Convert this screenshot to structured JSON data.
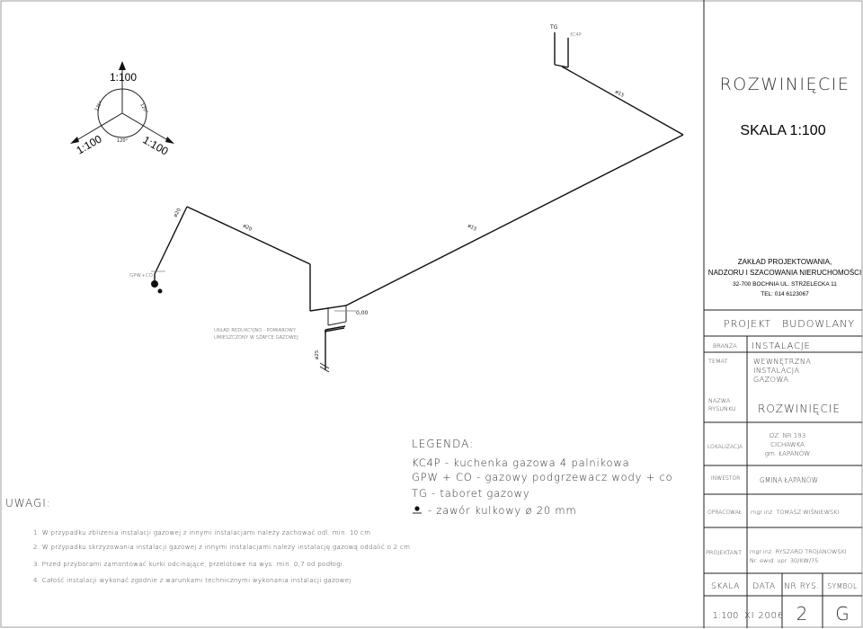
{
  "iso": {
    "top_label": "1:100",
    "left_label": "1:100",
    "right_label": "1:100",
    "angle_left": "120°",
    "angle_right": "120°",
    "angle_bottom": "120°"
  },
  "pipes": {
    "tg": "TG",
    "kc4p": "KC4P",
    "d15_top": "ø15",
    "d20_a": "ø20",
    "d20_b": "ø20",
    "d15_mid": "ø15",
    "gpw_co": "GPW+CO",
    "level": "0,00",
    "d25": "ø25",
    "reduction_line1": "UKŁAD REDUKCYJNO - POMIAROWY",
    "reduction_line2": "UMIESZCZONY W SZAFCE GAZOWEJ"
  },
  "legend": {
    "title": "LEGENDA:",
    "items": [
      "KC4P  -  kuchenka gazowa 4 palnikowa",
      "GPW + CO  -  gazowy podgrzewacz wody + co",
      "TG  -  taboret gazowy",
      "-  zawór kulkowy ø 20 mm"
    ]
  },
  "notes": {
    "title": "UWAGI:",
    "items": [
      "1. W przypadku zbliżenia instalacji gazowej z innymi instalacjami należy zachować odl. min. 10 cm",
      "2. W przypadku skrzyżowania instalacji gazowej z innymi instalacjami należy instalację gazową oddalić o 2 cm",
      "3. Przed przyborami zamontować kurki odcinające, przelotowe na wys. min. 0,7 od podłogi.",
      "4. Całość instalacji wykonać zgodnie z warunkami technicznymi wykonania instalacji gazowej"
    ]
  },
  "title_block": {
    "drawing_title": "ROZWINIĘCIE",
    "scale_big": "SKALA 1:100",
    "company": {
      "line1": "ZAKŁAD PROJEKTOWANIA,",
      "line2": "NADZORU I SZACOWANIA NIERUCHOMOŚCI",
      "line3": "32-700 BOCHNIA UL. STRZELECKA 11",
      "line4": "TEL: 014 6123067"
    },
    "project_type": {
      "left": "PROJEKT",
      "right": "BUDOWLANY"
    },
    "branza": {
      "label": "BRANŻA",
      "value": "INSTALACJE"
    },
    "temat": {
      "label": "TEMAT",
      "line1": "WEWNĘTRZNA",
      "line2": "INSTALACJA",
      "line3": "GAZOWA"
    },
    "nazwa": {
      "label1": "NAZWA",
      "label2": "RYSUNKU",
      "value": "ROZWINIĘCIE"
    },
    "lokalizacja": {
      "label": "LOKALIZACJA",
      "line1": "DZ. NR 193",
      "line2": "CICHAWKA",
      "line3": "gm. ŁAPANÓW"
    },
    "inwestor": {
      "label": "INWESTOR",
      "value": "GMINA ŁAPANÓW"
    },
    "opracowal": {
      "label": "OPRACOWAŁ",
      "value": "mgr inż. TOMASZ WIŚNIEWSKI"
    },
    "projektant": {
      "label": "PROJEKTANT",
      "line1": "mgr inż. RYSZARD TROJANOWSKI",
      "line2": "Nr. ewid. upr. 30/KW/75"
    },
    "footer_headers": [
      "SKALA",
      "DATA",
      "NR RYS.",
      "SYMBOL"
    ],
    "footer_values": [
      "1:100",
      "XI 2006",
      "2",
      "G"
    ]
  }
}
